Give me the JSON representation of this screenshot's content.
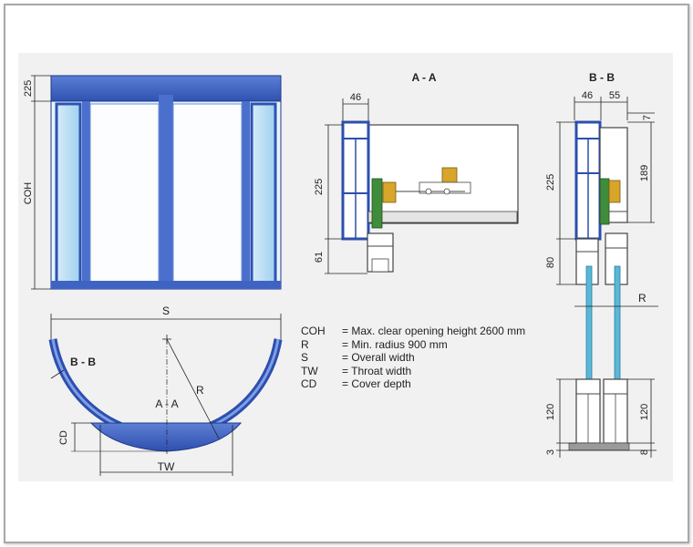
{
  "colors": {
    "profile_blue": "#3b5fc0",
    "glass": "#b8def3",
    "brass": "#d6a52a",
    "green_motor": "#3f8c3a",
    "line": "#222222"
  },
  "elevation": {
    "dim_top": "225",
    "dim_height": "COH"
  },
  "plan": {
    "dim_width": "S",
    "radius": "R",
    "dim_throat": "TW",
    "dim_depth": "CD",
    "section_aa": "A - A",
    "section_bb": "B - B"
  },
  "section_aa": {
    "title": "A - A",
    "dim_width": "46",
    "dim_height": "225",
    "dim_bottom": "61"
  },
  "section_bb": {
    "title": "B - B",
    "dim_w1": "46",
    "dim_w2": "55",
    "dim_top": "7",
    "dim_right": "189",
    "dim_left": "225",
    "dim_mid": "80",
    "radius": "R",
    "dim_bl": "120",
    "dim_br": "120",
    "dim_floor_l": "3",
    "dim_floor_r": "8"
  },
  "legend": [
    {
      "key": "COH",
      "desc": "= Max. clear opening height 2600 mm"
    },
    {
      "key": "R",
      "desc": "= Min. radius 900 mm"
    },
    {
      "key": "S",
      "desc": "= Overall width"
    },
    {
      "key": "TW",
      "desc": "= Throat width"
    },
    {
      "key": "CD",
      "desc": "= Cover depth"
    }
  ]
}
